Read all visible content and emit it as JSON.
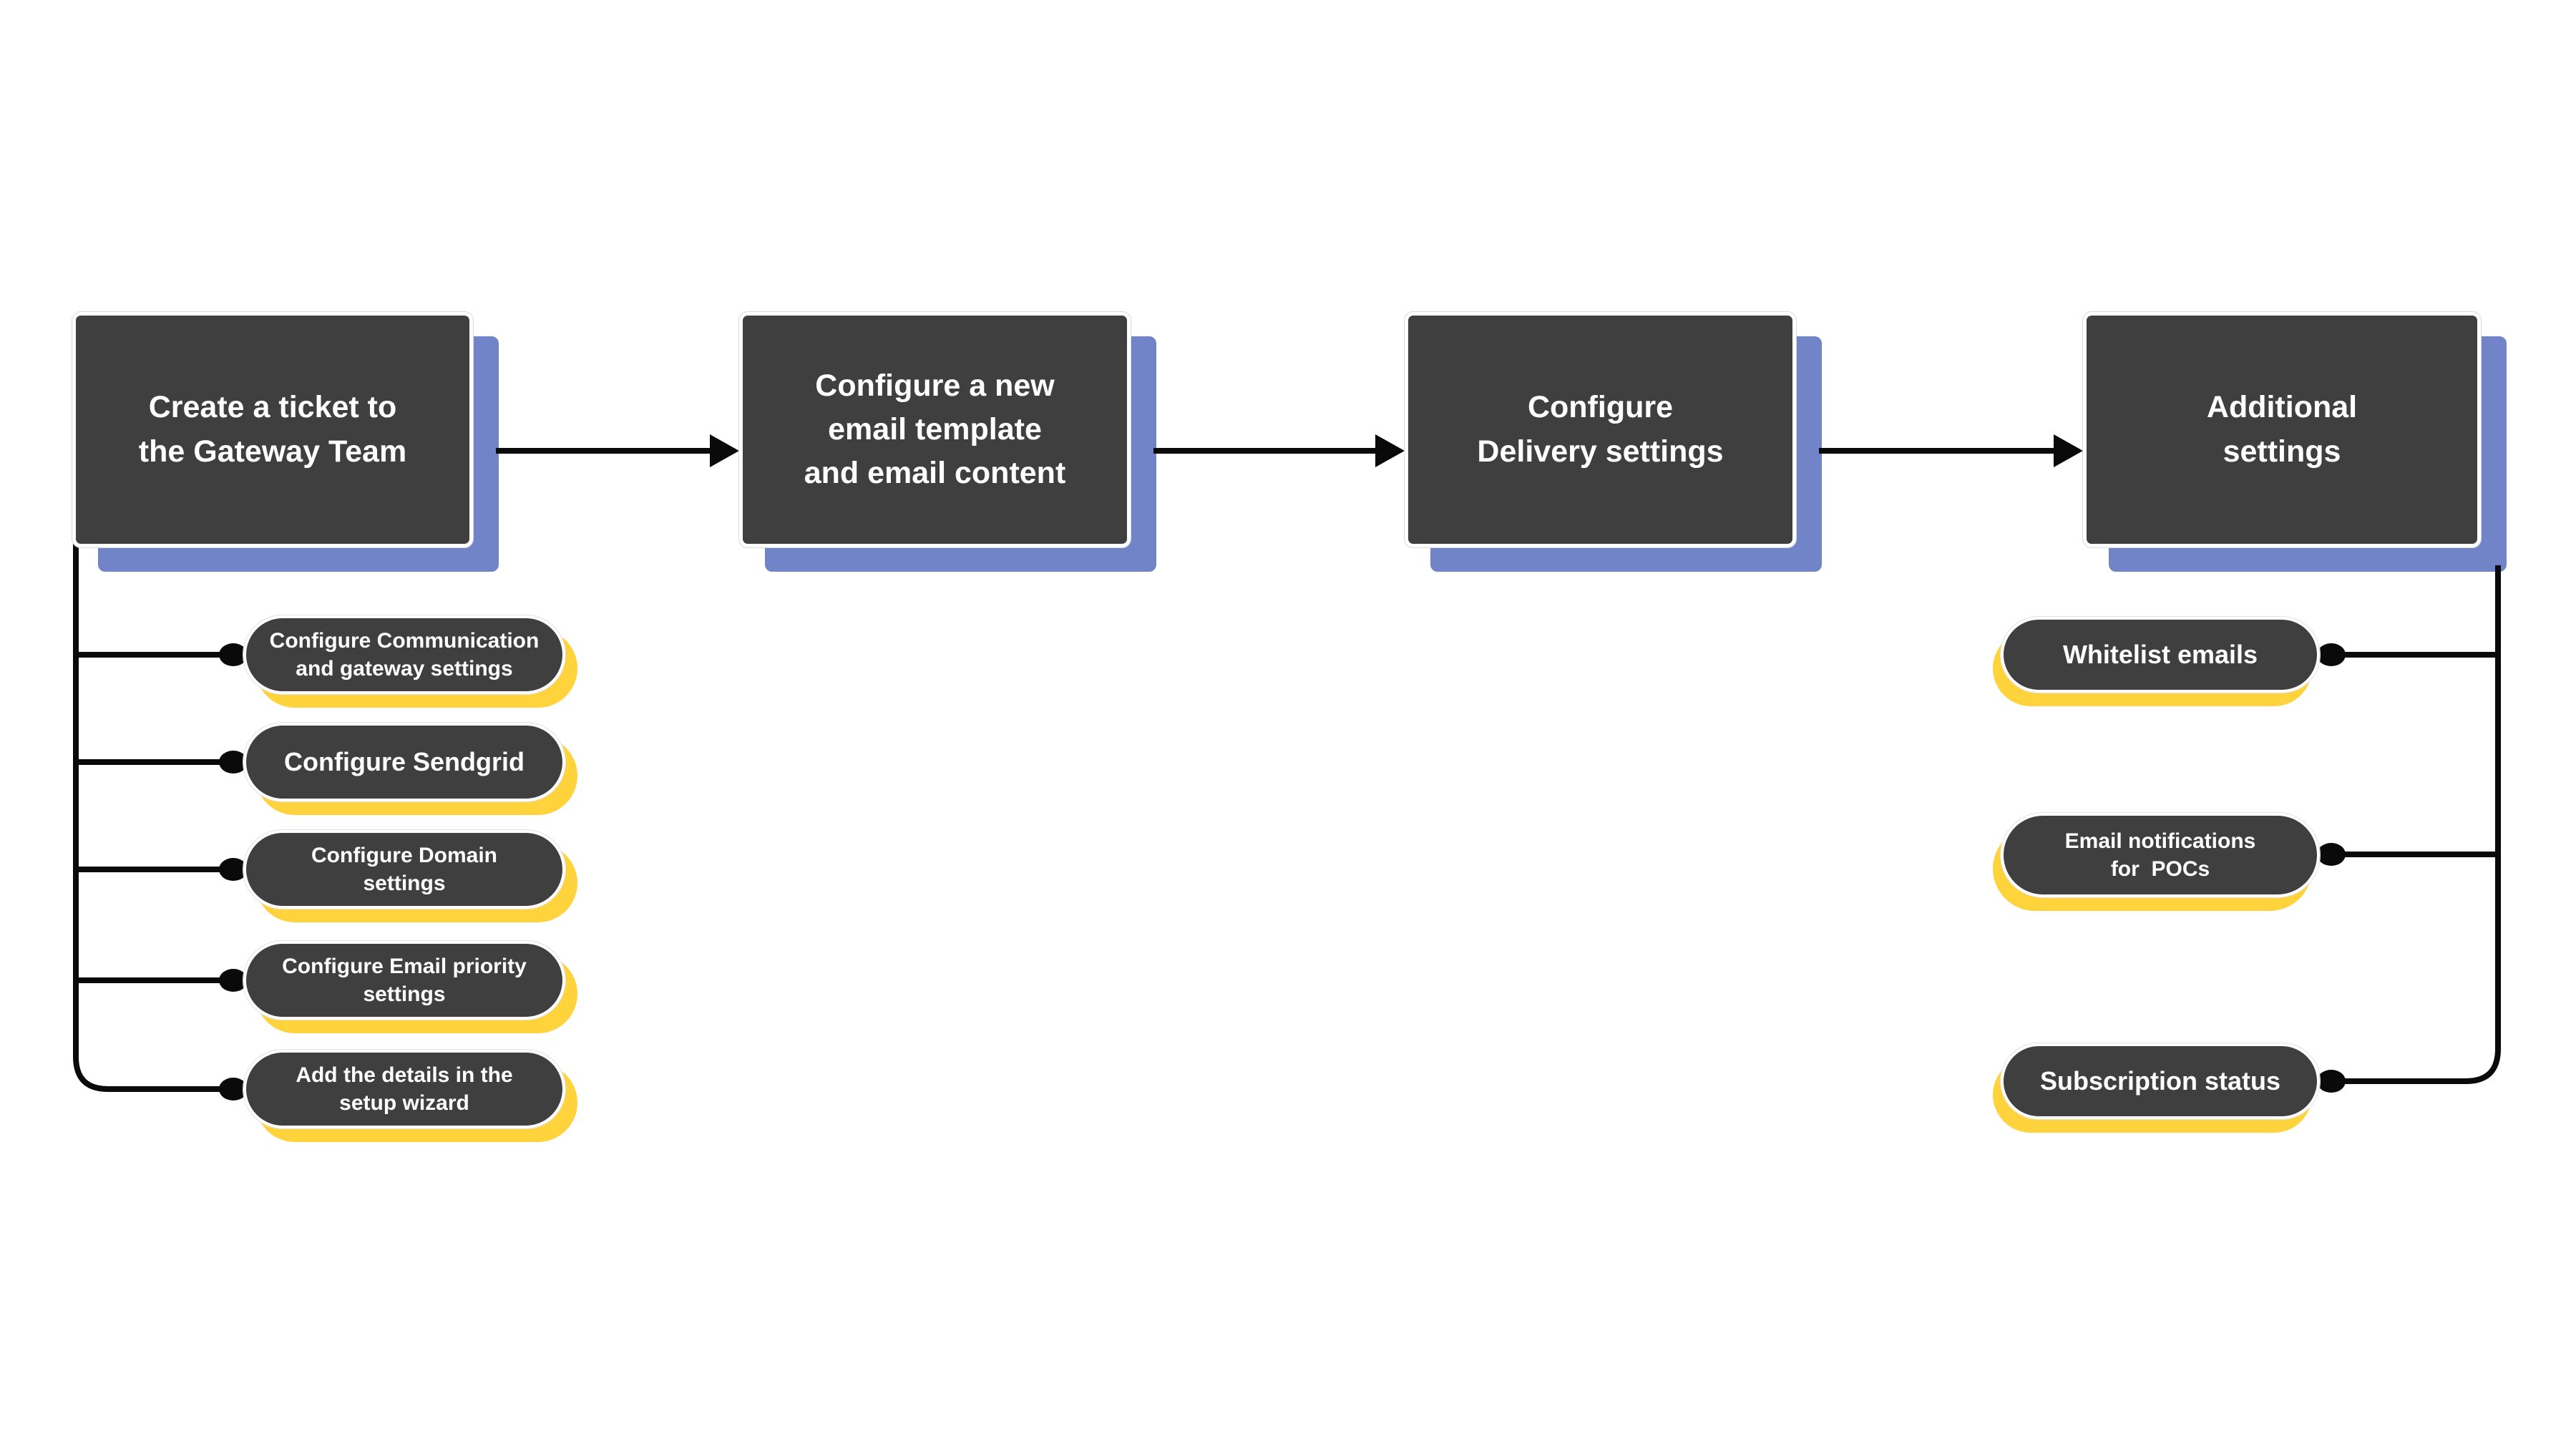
{
  "diagram": {
    "title_semantic": "Email gateway setup flowchart",
    "colors": {
      "background": "#ffffff",
      "node_fill": "#3f3f3f",
      "node_border": "#ffffff",
      "main_box_shadow": "#7184c7",
      "pill_shadow": "#ffd33c",
      "connector": "#0a0a0a",
      "text": "#ffffff"
    },
    "main_boxes": [
      {
        "lines": [
          "Create a ticket to",
          "the Gateway Team"
        ]
      },
      {
        "lines": [
          "Configure a new",
          "email template",
          "and email content"
        ]
      },
      {
        "lines": [
          "Configure",
          "Delivery settings"
        ]
      },
      {
        "lines": [
          "Additional",
          "settings"
        ]
      }
    ],
    "left_branch_pills": [
      {
        "lines": [
          "Configure Communication",
          "and gateway settings"
        ]
      },
      {
        "lines": [
          "Configure Sendgrid"
        ]
      },
      {
        "lines": [
          "Configure Domain",
          "settings"
        ]
      },
      {
        "lines": [
          "Configure Email priority",
          "settings"
        ]
      },
      {
        "lines": [
          "Add the details in the",
          "setup wizard"
        ]
      }
    ],
    "right_branch_pills": [
      {
        "lines": [
          "Whitelist emails"
        ]
      },
      {
        "lines": [
          "Email notifications",
          "for  POCs"
        ]
      },
      {
        "lines": [
          "Subscription status"
        ]
      }
    ]
  }
}
